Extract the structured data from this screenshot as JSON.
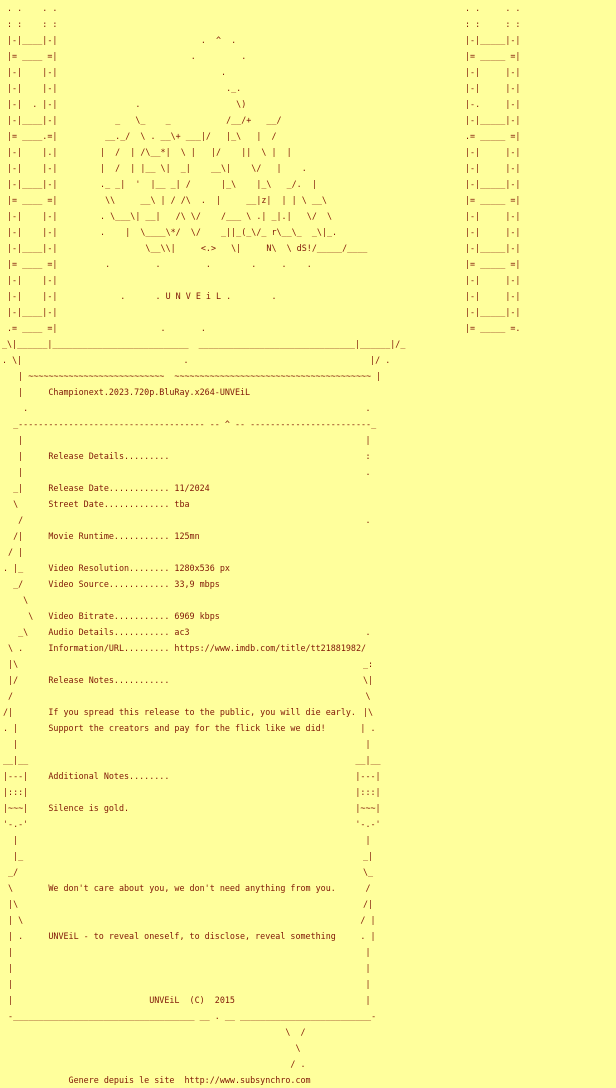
{
  "document": {
    "type": "nfo-release-info",
    "group": "UNVEiL",
    "title": "Championext.2023.720p.BluRay.x264-UNVEiL",
    "copyright": "UNVEiL  (C)  2015",
    "footer": "Genere depuis le site  http://www.subsynchro.com"
  },
  "release_details": {
    "heading": "Release Details.........",
    "release_date": "11/2024",
    "street_date": "tba",
    "movie_runtime": "125mn",
    "video_resolution": "1280x536 px",
    "video_source": "33,9 mbps",
    "video_bitrate": "6969 kbps",
    "audio_details": "ac3",
    "information_url": "https://www.imdb.com/title/tt21881982/"
  },
  "release_notes": {
    "heading": "Release Notes...........",
    "lines": [
      "If you spread this release to the public, you will die early.",
      "Support the creators and pay for the flick like we did!"
    ]
  },
  "additional_notes": {
    "heading": "Additional Notes........",
    "lines": [
      "Silence is gold.",
      "We don't care about you, we don't need anything from you.",
      "UNVEiL - to reveal oneself, to disclose, reveal something"
    ]
  },
  "colors": {
    "background": "#ffff9c",
    "text": "#7f1505"
  },
  "ascii": {
    "header_left": [
      ". .    . .",
      ": :    : :",
      "|-|____|-|",
      "|= ____ =|",
      "|-|    |-|",
      "|-|    |-|",
      "|-|  . |-|",
      "|-|____|-|",
      "|= ____.=|",
      "|-|    |.|",
      "|-|    |-|",
      "|-|____|-|",
      "|= ____ =|",
      "|-|    |-|",
      "|-|    |-|",
      "|-|____|-|",
      "|= ____ =|",
      "|-|    |-|",
      "|-|    |-|",
      "|-|____|-|",
      ".= ____ =|"
    ],
    "header_mid": [
      "",
      "",
      "                     .  ^  .",
      "                   .         .",
      "                         .",
      "                          ._.",
      "        .                   \\)",
      "    _   \\_    _           /__/+   __/",
      "  __._/  \\ . __\\+ ___|/   |_\\   |  /",
      " |  /  | /\\__*|  \\ |   |/    ||  \\ |  |",
      " |  /  | |__ \\|  _|    __\\|    \\/   |    .",
      " ._ _|  '  |__ _| /      |_\\    |_\\   _/.  |",
      "  \\\\     __\\ | / /\\  .  |     __|z|  | | \\ __\\",
      " . \\___\\| __|   /\\ \\/    /___ \\ .| _|.|   \\/  \\",
      " .    |  \\____\\*/  \\/    _||_(_\\/_ r\\__\\_  _\\|_.",
      "          \\__\\\\|     <.>   \\|     N\\  \\ dS!/_____/____",
      "  .         .         .        .     .    .",
      "",
      "     .      . U N V E i L .        .",
      "",
      "             .       ."
    ],
    "header_right": [
      ". .     . .",
      ": :     : :",
      "|-|_____|-|",
      "|= _____ =|",
      "|-|     |-|",
      "|-|     |-|",
      "|-.     |-|",
      "|-|_____|-|",
      ".= _____ =|",
      "|-|     |-|",
      "|-|     |-|",
      "|-|_____|-|",
      "|= _____ =|",
      "|-|     |-|",
      "|-|     |-|",
      "|-|_____|-|",
      "|= _____ =|",
      "|-|     |-|",
      "|-|     |-|",
      "|-|_____|-|",
      "|= _____ =."
    ],
    "connector": [
      "_\\|______|___________________________  _______________________________|______|/_",
      ". \\|                                .                                    |/ ."
    ],
    "body_left": [
      "   | ~~~~~~~~~~~~~~~~~~~~~~~~~~~  ~~~~~~~~~~~~~~~~~~~~~~~~~~~~~~~~~~~~~~~ |",
      "   |     Championext.2023.720p.BluRay.x264-UNVEiL",
      "    .",
      "  _------------------------------------- -- ^ -- ------------------------_",
      "   |",
      "   |     Release Details.........",
      "   |",
      "  _|     Release Date............ 11/2024",
      "  \\      Street Date............. tba",
      "   /",
      "  /|     Movie Runtime........... 125mn",
      " / |",
      ". |_     Video Resolution........ 1280x536 px",
      "  _/     Video Source............ 33,9 mbps",
      "    \\",
      "     \\   Video Bitrate........... 6969 kbps",
      "   _\\    Audio Details........... ac3",
      " \\ .     Information/URL......... https://www.imdb.com/title/tt21881982/",
      " |\\",
      " |/      Release Notes...........",
      " /",
      "/|       If you spread this release to the public, you will die early.",
      ". |      Support the creators and pay for the flick like we did!",
      "  |",
      "__|__",
      "|---|    Additional Notes........",
      "|:::|",
      "|~~~|    Silence is gold.",
      "'-.-'",
      "  |",
      "  |_",
      " _/",
      " \\       We don't care about you, we don't need anything from you.",
      " |\\",
      " | \\",
      " | .     UNVEiL - to reveal oneself, to disclose, reveal something",
      " |",
      " |",
      " |",
      " |                           UNVEiL  (C)  2015",
      " -____________________________________ __ . __ __________________________-",
      "                                                        \\  /",
      "                                                          \\",
      "                                                         / .",
      "             Genere depuis le site  http://www.subsynchro.com"
    ],
    "body_right": [
      "",
      "",
      ".",
      "",
      "|",
      ":",
      ".",
      "",
      "",
      ".",
      "",
      "",
      "",
      "",
      "",
      "",
      ".",
      "",
      "_:",
      "\\|",
      "\\",
      "|\\",
      "| .",
      "|",
      "__|__",
      "|---|",
      "|:::|",
      "|~~~|",
      "'-.-'",
      "|",
      "_|",
      "\\_",
      "/",
      "/|",
      "/ |",
      ". |",
      "|",
      "|",
      "|",
      "|",
      "",
      "",
      "",
      "",
      ""
    ]
  }
}
